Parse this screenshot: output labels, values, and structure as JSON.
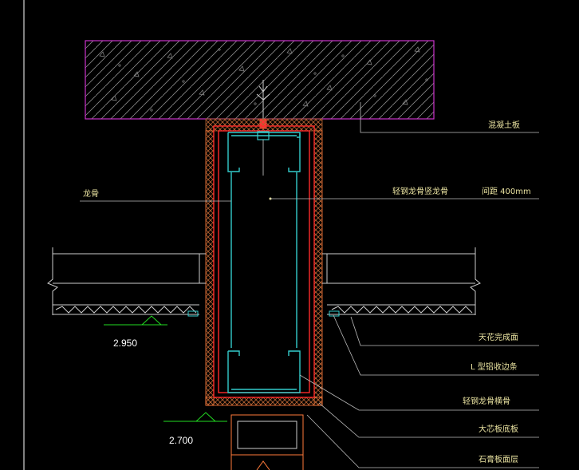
{
  "colors": {
    "background": "#000000",
    "slab_outline": "#cc33cc",
    "annotation_text": "#e9e2a0",
    "leader": "#bdbdbd",
    "fire_board": "#ff2a2a",
    "stud": "#33cccc",
    "finish_layer": "#ff7a3a",
    "elevation_marker": "#22dd22",
    "hatch": "#9a9a9a"
  },
  "labels": {
    "slab": "混凝土板",
    "keel": "龙骨",
    "stud": "轻钢龙骨竖龙骨",
    "spacing": "间距  400mm",
    "ceiling": "天花完成面",
    "angle": "L 型铝收边条",
    "track": "轻钢龙骨横骨",
    "core_board": "大芯板底板",
    "gypsum": "石膏板面层"
  },
  "elevations": {
    "upper": "2.950",
    "lower": "2.700"
  }
}
